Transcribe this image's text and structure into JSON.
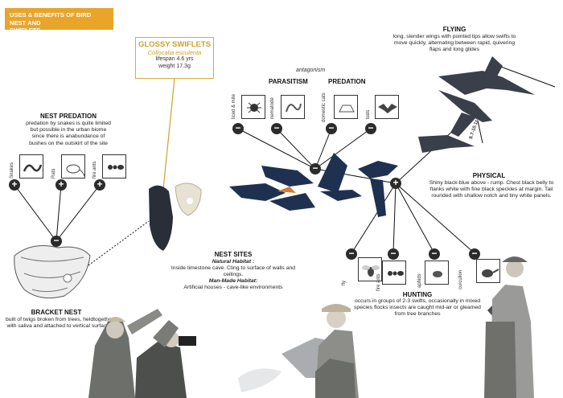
{
  "title": {
    "line1": "USES & BENEFITS OF BIRD NEST AND",
    "line2": "SWIFLETS"
  },
  "species": {
    "name": "GLOSSY SWIFLETS",
    "scientific": "Collocalia esculenta",
    "lifespan": "lifespan 4.6 yrs",
    "weight": "weight 17.3g"
  },
  "flying": {
    "heading": "FLYING",
    "text": "long, slender wings with pointed tips allow swifts to move quickly, alternating between rapid, quivering flaps and long glides",
    "measure": "9.7-10.1cm"
  },
  "nest_predation": {
    "heading": "NEST PREDATION",
    "text": "predation by snakes is quite limited but possible in the urban biome since there is anabundance of bushes on the outskirt of the site",
    "items": [
      "Snakes",
      "Rats",
      "fire ants"
    ]
  },
  "antagonism": {
    "label": "antagonism",
    "parasitism": "PARASITISM",
    "predation": "PREDATION",
    "parasites": [
      "liced & mite",
      "nematode"
    ],
    "predators": [
      "domestic cats",
      "bats"
    ]
  },
  "physical": {
    "heading": "PHYSICAL",
    "text": "Shiny black-blue above - rump. Chest black belly to flanks white with fine black speckles at margin. Tail rounded with shallow notch and tiny white panels."
  },
  "nest_sites": {
    "heading": "NEST SITES",
    "natural_label": "Natural Habitat :",
    "natural": "Inside limestone cave. Cling to surface of walls and ceilings.",
    "manmade_label": "Man-Made Habitat:",
    "manmade": "Artificial houses - cave-like environments"
  },
  "bracket_nest": {
    "heading": "BRACKET NEST",
    "text": "built of twigs broken from trees, heldtogether with saliva and attached to vertical surfaces"
  },
  "hunting": {
    "heading": "HUNTING",
    "text": "occurs in groups of 2-3 swifts, occasionally in mixed species flocks insects are caught mid-air or gleamed from tree branches",
    "prey": [
      "fly",
      "fire ants",
      "aphids",
      "curculion"
    ]
  },
  "colors": {
    "accent": "#e8a52a",
    "gold": "#c9a030",
    "node": "#2b2b2b"
  }
}
